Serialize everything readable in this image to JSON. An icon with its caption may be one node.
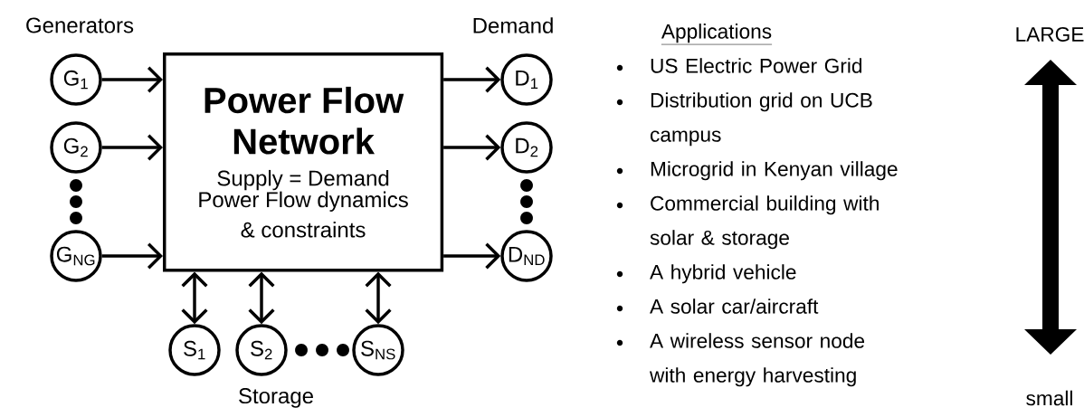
{
  "diagram": {
    "nodes": [
      {
        "text": [
          "Power Flow Network",
          "Supply = Demand",
          "Power Flow dynamics & constraints"
        ]
      },
      {
        "text": [
          "G$_{1}$"
        ]
      },
      {
        "text": [
          "G$_{2}$"
        ]
      },
      {
        "text": [
          "G$_{NG}$"
        ]
      },
      {
        "text": [
          "D$_{1}$"
        ]
      },
      {
        "text": [
          "D$_{2}$"
        ]
      },
      {
        "text": [
          "D$_{ND}$"
        ]
      },
      {
        "text": [
          "S$_{1}$"
        ]
      },
      {
        "text": [
          "S$_{2}$"
        ]
      },
      {
        "text": [
          "S$_{NS}$"
        ]
      }
    ],
    "edges": [
      {
        "from": 1,
        "to": 0,
        "arrow": "to"
      },
      {
        "from": 2,
        "to": 0,
        "arrow": "to"
      },
      {
        "from": 3,
        "to": 0,
        "arrow": "to"
      },
      {
        "from": 0,
        "to": 4,
        "arrow": "to"
      },
      {
        "from": 0,
        "to": 5,
        "arrow": "to"
      },
      {
        "from": 0,
        "to": 6,
        "arrow": "to"
      },
      {
        "from": 0,
        "to": 7,
        "arrow": "both"
      },
      {
        "from": 0,
        "to": 8,
        "arrow": "both"
      },
      {
        "from": 0,
        "to": 9,
        "arrow": "both"
      }
    ],
    "labels": [
      "Generators",
      "Demand",
      "Storage",
      "Applications",
      "US Electric Power Grid",
      "Distribution grid on UCB campus",
      "Microgrid in Kenyan village",
      "Commercial building with solar & storage",
      "A hybrid vehicle",
      "A solar car/aircraft",
      "A wireless sensor node with energy harvesting",
      "LARGE",
      "small"
    ]
  }
}
